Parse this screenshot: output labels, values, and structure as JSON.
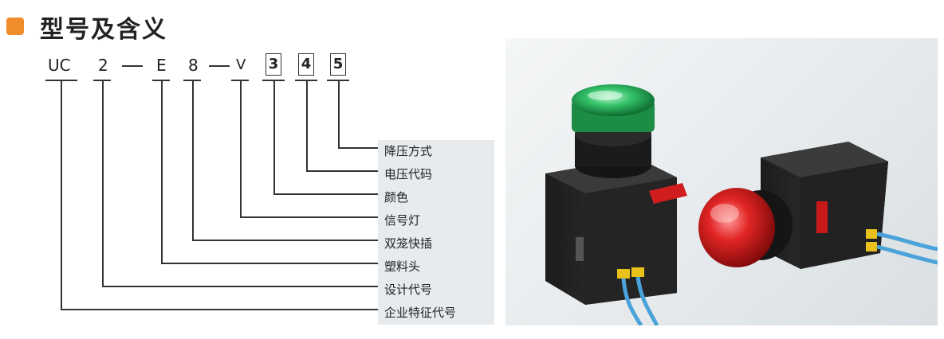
{
  "title": "型号及含义",
  "code": {
    "uc": "UC",
    "design": "2",
    "dash1": "—",
    "head": "E",
    "terminal": "8",
    "dash2": "—",
    "type": "V",
    "color_code": "3",
    "voltage_code": "4",
    "step_down_code": "5"
  },
  "meanings": [
    "降压方式",
    "电压代码",
    "颜色",
    "信号灯",
    "双笼快插",
    "塑料头",
    "设计代号",
    "企业特征代号"
  ],
  "colors": {
    "accent": "#f08c2a",
    "lamp_green": "#35c26a",
    "lamp_red": "#e22525",
    "wire": "#4aa3d9"
  }
}
